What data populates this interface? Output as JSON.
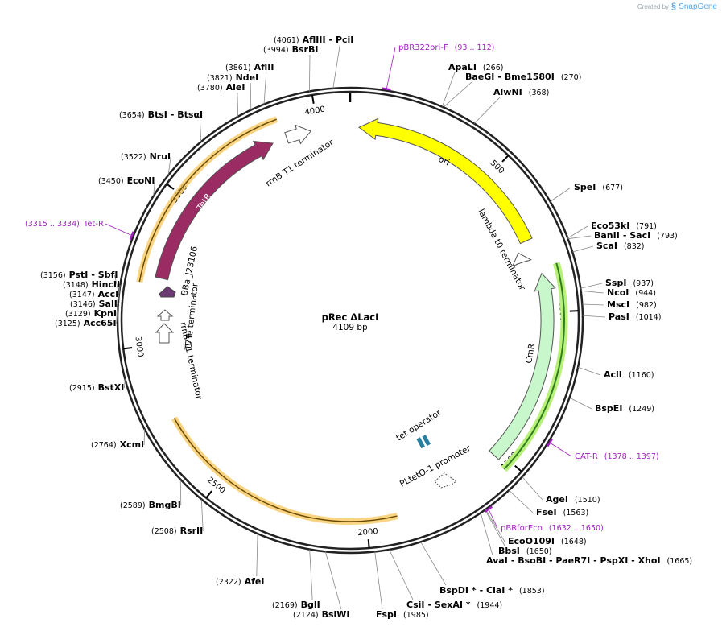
{
  "branding": {
    "created_by": "Created by",
    "product": "SnapGene"
  },
  "map": {
    "name": "pRec ΔLacI",
    "length_label": "4109 bp",
    "length": 4109
  },
  "ticks": [
    "500",
    "1000",
    "1500",
    "2000",
    "2500",
    "3000",
    "3500",
    "4000"
  ],
  "sites": [
    {
      "id": "aflIII-pciI",
      "pos": "(4061)",
      "name": "AflIII",
      "alt": "- PciI"
    },
    {
      "id": "bsrbi",
      "pos": "(3994)",
      "name": "BsrBI",
      "alt": ""
    },
    {
      "id": "aflii",
      "pos": "(3861)",
      "name": "AflII",
      "alt": ""
    },
    {
      "id": "ndei",
      "pos": "(3821)",
      "name": "NdeI",
      "alt": ""
    },
    {
      "id": "alei",
      "pos": "(3780)",
      "name": "AleI",
      "alt": ""
    },
    {
      "id": "btsi",
      "pos": "(3654)",
      "name": "BtsI",
      "alt": "- BtsαI"
    },
    {
      "id": "brui",
      "pos": "(3522)",
      "name": "NruI",
      "alt": ""
    },
    {
      "id": "econi",
      "pos": "(3450)",
      "name": "EcoNI",
      "alt": ""
    },
    {
      "id": "psti",
      "pos": "(3156)",
      "name": "PstI",
      "alt": "- SbfI"
    },
    {
      "id": "hincii",
      "pos": "(3148)",
      "name": "HincII",
      "alt": ""
    },
    {
      "id": "acci",
      "pos": "(3147)",
      "name": "AccI",
      "alt": ""
    },
    {
      "id": "sali",
      "pos": "(3146)",
      "name": "SalI",
      "alt": ""
    },
    {
      "id": "kpni",
      "pos": "(3129)",
      "name": "KpnI",
      "alt": ""
    },
    {
      "id": "acc65i",
      "pos": "(3125)",
      "name": "Acc65I",
      "alt": ""
    },
    {
      "id": "bstxi",
      "pos": "(2915)",
      "name": "BstXI",
      "alt": ""
    },
    {
      "id": "xcmi",
      "pos": "(2764)",
      "name": "XcmI",
      "alt": ""
    },
    {
      "id": "bmgbi",
      "pos": "(2589)",
      "name": "BmgBI",
      "alt": ""
    },
    {
      "id": "rsrii",
      "pos": "(2508)",
      "name": "RsrII",
      "alt": ""
    },
    {
      "id": "afei",
      "pos": "(2322)",
      "name": "AfeI",
      "alt": ""
    },
    {
      "id": "bgli",
      "pos": "(2169)",
      "name": "BglI",
      "alt": ""
    },
    {
      "id": "bsiwi",
      "pos": "(2124)",
      "name": "BsiWI",
      "alt": ""
    },
    {
      "id": "fspi",
      "pos": "(1985)",
      "name": "FspI",
      "alt": ""
    },
    {
      "id": "csii",
      "pos": "(1944)",
      "name": "CsiI",
      "alt": "- SexAI *"
    },
    {
      "id": "bspdi",
      "pos": "(1853)",
      "name": "BspDI *",
      "alt": "- ClaI *"
    },
    {
      "id": "avai",
      "pos": "(1665)",
      "name": "AvaI",
      "alt": "- BsoBI   - PaeR7I   - PspXI   - XhoI"
    },
    {
      "id": "bbsi",
      "pos": "(1650)",
      "name": "BbsI",
      "alt": ""
    },
    {
      "id": "eco0109i",
      "pos": "(1648)",
      "name": "EcoO109I",
      "alt": ""
    },
    {
      "id": "fsei",
      "pos": "(1563)",
      "name": "FseI",
      "alt": ""
    },
    {
      "id": "agei",
      "pos": "(1510)",
      "name": "AgeI",
      "alt": ""
    },
    {
      "id": "bspei",
      "pos": "(1249)",
      "name": "BspEI",
      "alt": ""
    },
    {
      "id": "acli",
      "pos": "(1160)",
      "name": "AclI",
      "alt": ""
    },
    {
      "id": "pasi",
      "pos": "(1014)",
      "name": "PasI",
      "alt": ""
    },
    {
      "id": "msci",
      "pos": "(982)",
      "name": "MscI",
      "alt": ""
    },
    {
      "id": "ncoi",
      "pos": "(944)",
      "name": "NcoI",
      "alt": ""
    },
    {
      "id": "sspi",
      "pos": "(937)",
      "name": "SspI",
      "alt": ""
    },
    {
      "id": "scai",
      "pos": "(832)",
      "name": "ScaI",
      "alt": ""
    },
    {
      "id": "banii",
      "pos": "(793)",
      "name": "BanII",
      "alt": "- SacI"
    },
    {
      "id": "eco53ki",
      "pos": "(791)",
      "name": "Eco53kI",
      "alt": ""
    },
    {
      "id": "spei",
      "pos": "(677)",
      "name": "SpeI",
      "alt": ""
    },
    {
      "id": "alwni",
      "pos": "(368)",
      "name": "AlwNI",
      "alt": ""
    },
    {
      "id": "baegi",
      "pos": "(270)",
      "name": "BaeGI",
      "alt": "- Bme1580I"
    },
    {
      "id": "apali",
      "pos": "(266)",
      "name": "ApaLI",
      "alt": ""
    }
  ],
  "primers": [
    {
      "id": "pbr322ori-f",
      "name": "pBR322ori-F",
      "range": "(93 .. 112)"
    },
    {
      "id": "cat-r",
      "name": "CAT-R",
      "range": "(1378 .. 1397)"
    },
    {
      "id": "pbrforeco",
      "name": "pBRforEco",
      "range": "(1632 .. 1650)"
    },
    {
      "id": "tet-r",
      "name": "Tet-R",
      "range": "(3315 .. 3334)"
    }
  ],
  "features": {
    "ori": "ori",
    "lambda_t0": "lambda t0 terminator",
    "cmr": "CmR",
    "tet_operator": "tet operator",
    "pltet": "PLtetO-1 promoter",
    "rrnb_top": "rrnB T1 terminator",
    "tetr": "TetR",
    "bba": "BBa_J23106",
    "t7te": "T7Te terminator",
    "rrnb_left": "rrnB T1 terminator"
  },
  "colors": {
    "ori": "#ffff00",
    "tetr": "#9a2b63",
    "cmr": "#c8f7cc",
    "tet_operator": "#2a7fa0",
    "primer": "#a020c0",
    "orf_glow": "#f7c55a",
    "bba": "#6b3a72"
  }
}
